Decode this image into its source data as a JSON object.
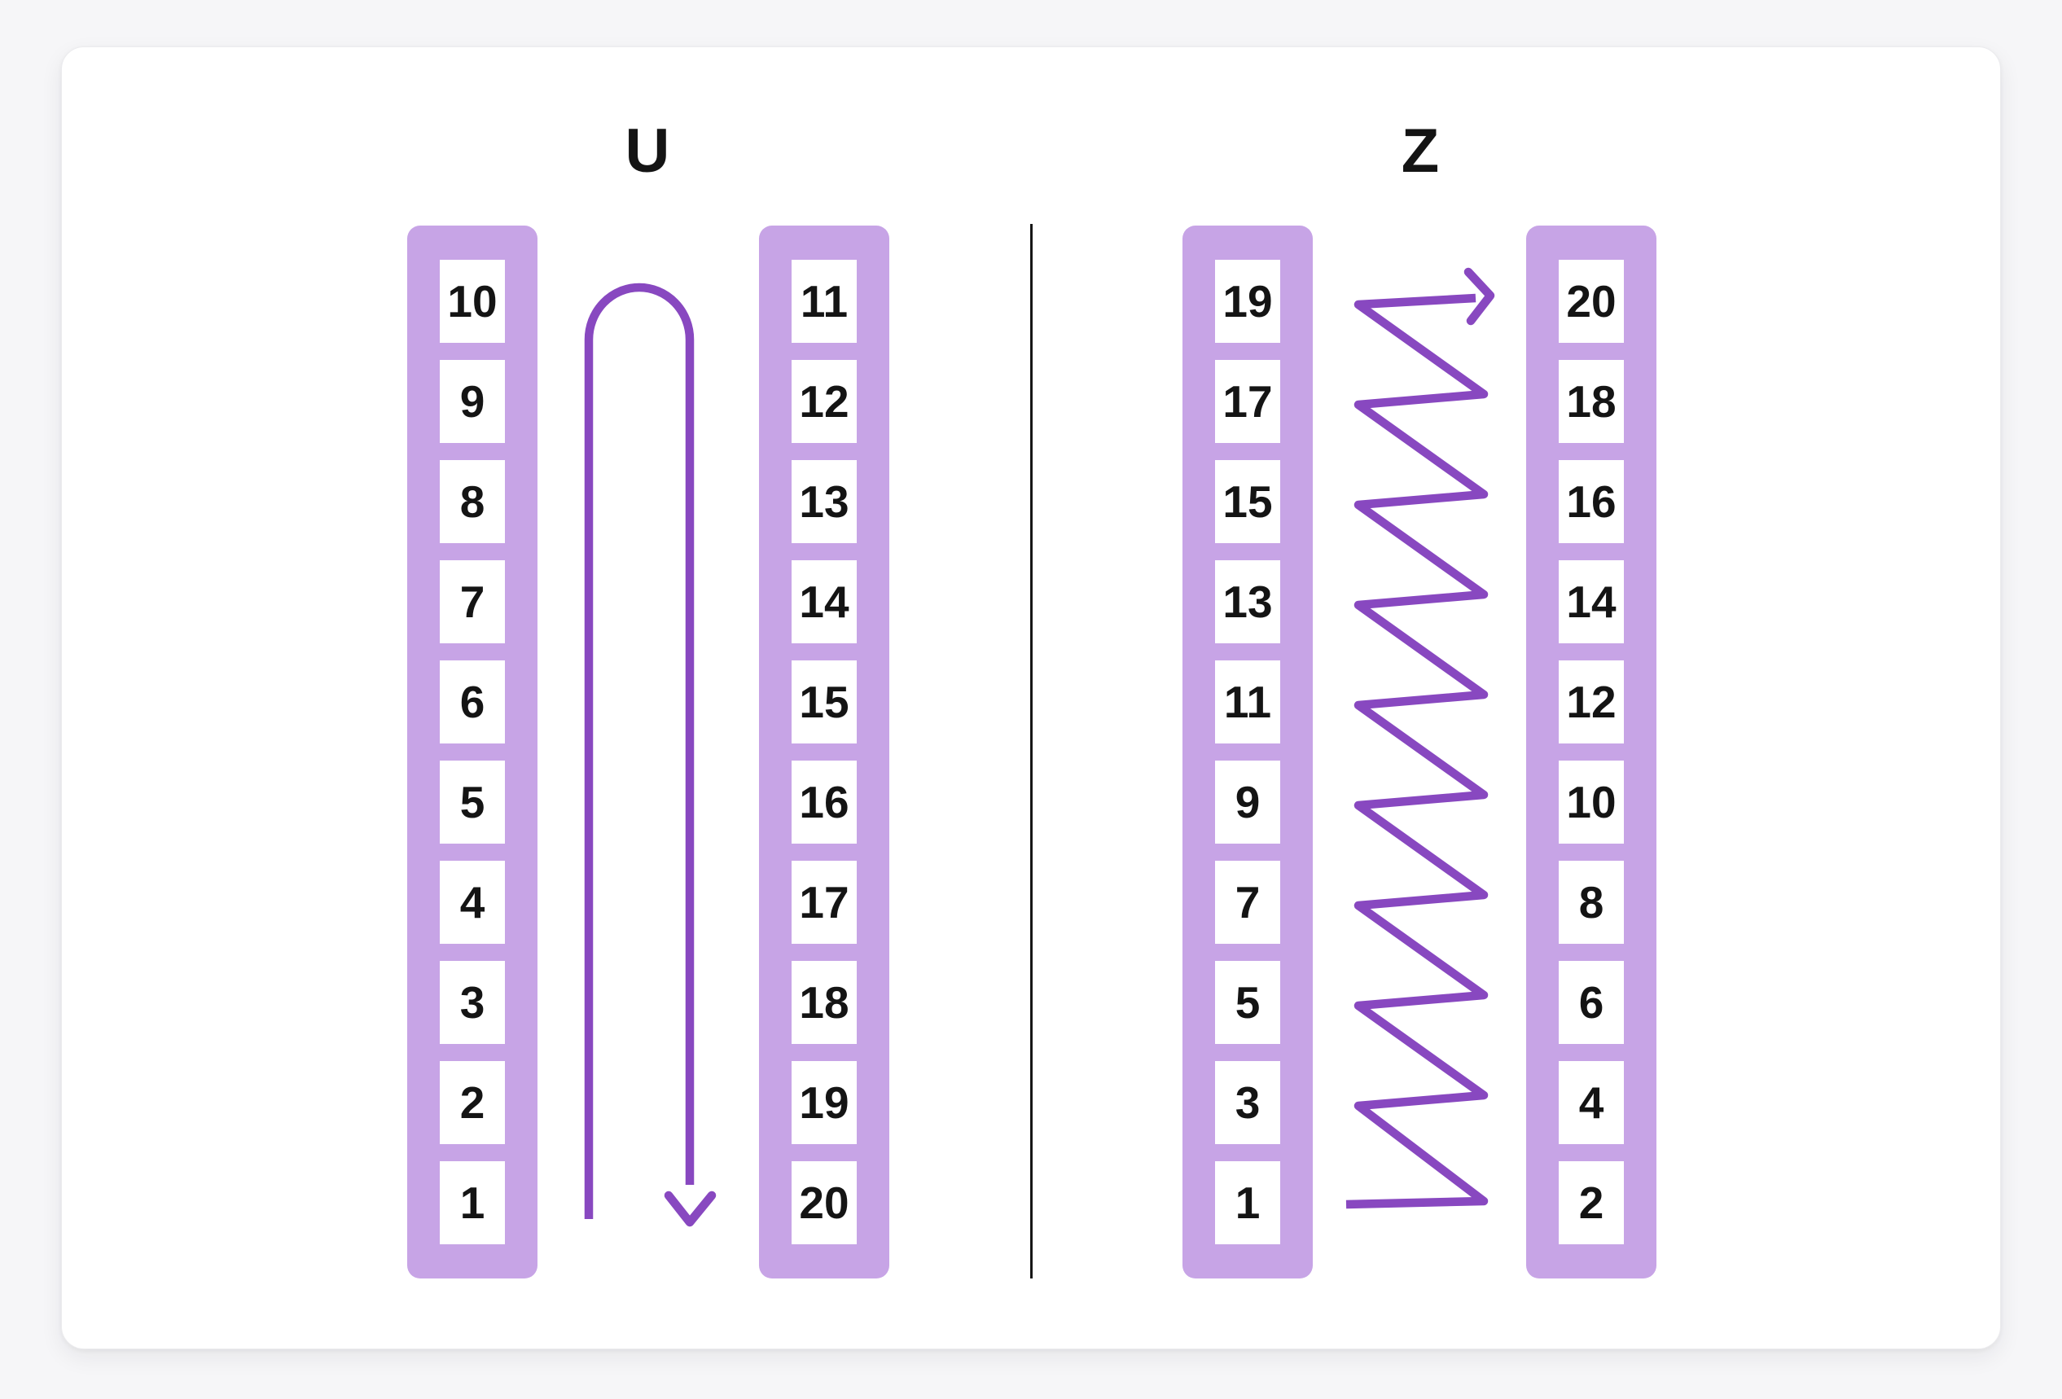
{
  "colors": {
    "bg": "#f6f6f8",
    "card": "#ffffff",
    "card-border": "#ebebee",
    "column": "#c7a4e6",
    "cell": "#ffffff",
    "number": "#141414",
    "arrow": "#8848c0",
    "divider": "#161616",
    "title": "#141414"
  },
  "diagram": {
    "panels": [
      {
        "title": "U",
        "arrow_icon": "u-turn-arrow",
        "left_column": [
          "10",
          "9",
          "8",
          "7",
          "6",
          "5",
          "4",
          "3",
          "2",
          "1"
        ],
        "right_column": [
          "11",
          "12",
          "13",
          "14",
          "15",
          "16",
          "17",
          "18",
          "19",
          "20"
        ]
      },
      {
        "title": "Z",
        "arrow_icon": "zigzag-arrow",
        "left_column": [
          "19",
          "17",
          "15",
          "13",
          "11",
          "9",
          "7",
          "5",
          "3",
          "1"
        ],
        "right_column": [
          "20",
          "18",
          "16",
          "14",
          "12",
          "10",
          "8",
          "6",
          "4",
          "2"
        ]
      }
    ]
  }
}
